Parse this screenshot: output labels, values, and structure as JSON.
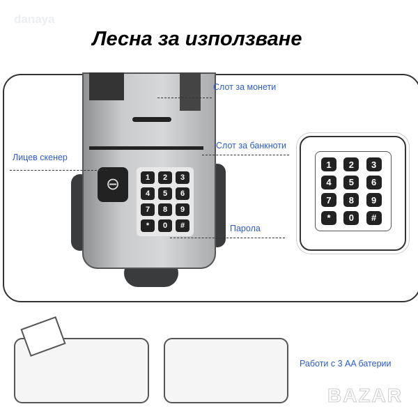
{
  "watermark": "danaya",
  "title": "Лесна за използване",
  "labels": {
    "coin_slot": "Слот за монети",
    "note_slot": "Слот за банкноти",
    "face_scanner": "Лицев скенер",
    "password": "Парола",
    "batteries": "Работи с 3 AA батерии"
  },
  "keypad": [
    "1",
    "2",
    "3",
    "4",
    "5",
    "6",
    "7",
    "8",
    "9",
    "*",
    "0",
    "#"
  ],
  "bazar_logo": "BAZAR",
  "colors": {
    "label": "#2a5bd0"
  }
}
